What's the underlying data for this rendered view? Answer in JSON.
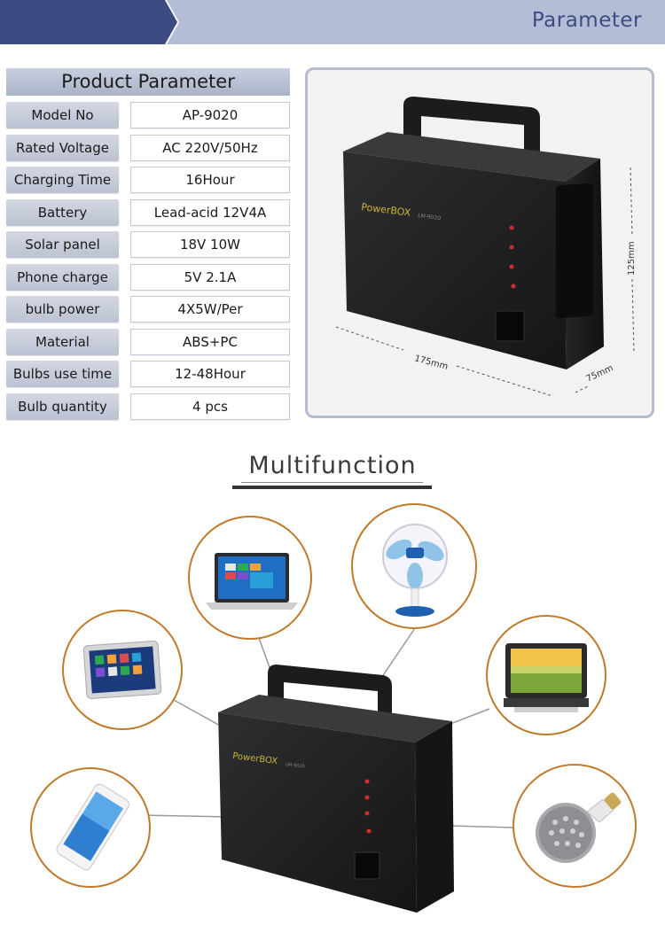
{
  "banner": {
    "title": "Parameter"
  },
  "table": {
    "header": "Product Parameter",
    "rows": [
      {
        "label": "Model No",
        "value": "AP-9020"
      },
      {
        "label": "Rated Voltage",
        "value": "AC 220V/50Hz"
      },
      {
        "label": "Charging Time",
        "value": "16Hour"
      },
      {
        "label": "Battery",
        "value": "Lead-acid 12V4A"
      },
      {
        "label": "Solar panel",
        "value": "18V 10W"
      },
      {
        "label": "Phone charge",
        "value": "5V 2.1A"
      },
      {
        "label": "bulb power",
        "value": "4X5W/Per"
      },
      {
        "label": "Material",
        "value": "ABS+PC"
      },
      {
        "label": "Bulbs use time",
        "value": "12-48Hour"
      },
      {
        "label": "Bulb quantity",
        "value": "4 pcs"
      }
    ]
  },
  "product": {
    "brand": "PowerBOX",
    "model_badge": "LM-9020",
    "dim_width": "175mm",
    "dim_depth": "75mm",
    "dim_height": "125mm"
  },
  "multifunction": {
    "title": "Multifunction",
    "devices": [
      {
        "icon": "laptop-icon"
      },
      {
        "icon": "fan-icon"
      },
      {
        "icon": "tablet-icon"
      },
      {
        "icon": "tv-icon"
      },
      {
        "icon": "smartphone-icon"
      },
      {
        "icon": "bulb-icon"
      }
    ]
  },
  "colors": {
    "banner_dark": "#3d4b83",
    "banner_light": "#b4bdd6",
    "circle_border": "#c07a2b",
    "brand_yellow": "#c9b43a"
  }
}
